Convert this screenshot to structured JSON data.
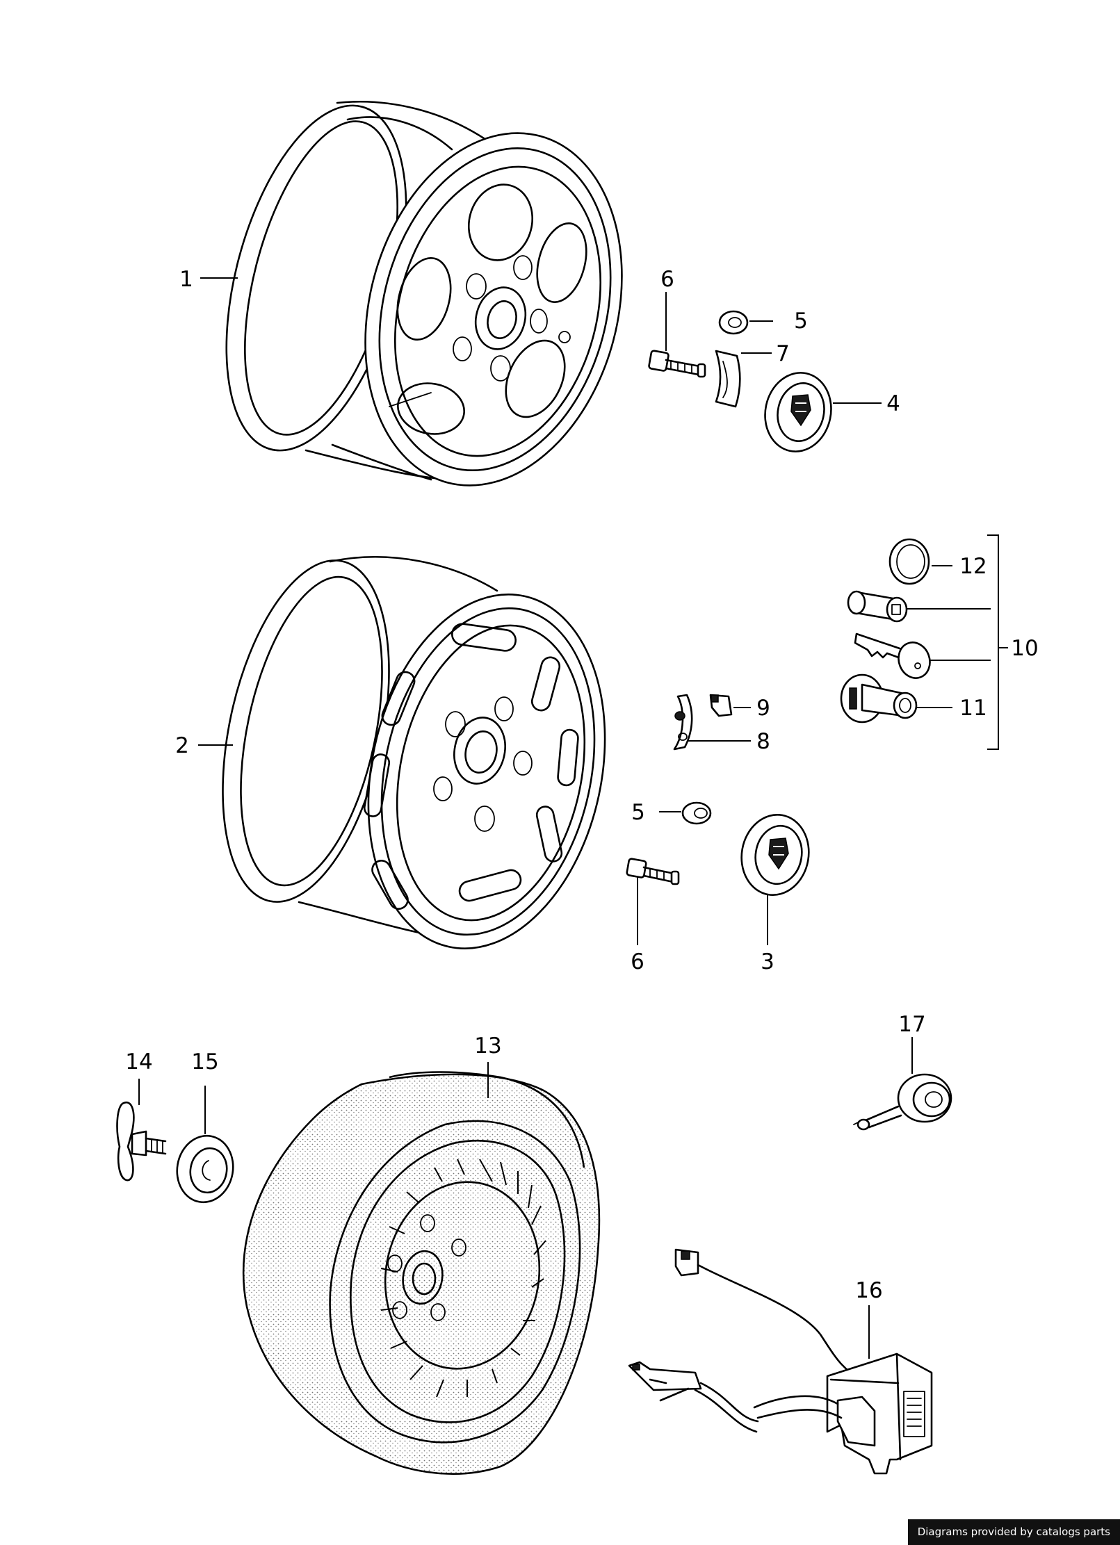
{
  "diagram": {
    "callouts": {
      "c1": "1",
      "c2": "2",
      "c3": "3",
      "c4": "4",
      "c5a": "5",
      "c5b": "5",
      "c6a": "6",
      "c6b": "6",
      "c7": "7",
      "c8": "8",
      "c9": "9",
      "c10": "10",
      "c11": "11",
      "c12": "12",
      "c13": "13",
      "c14": "14",
      "c15": "15",
      "c16": "16",
      "c17": "17"
    }
  },
  "footer": {
    "credit": "Diagrams provided by catalogs parts"
  },
  "colors": {
    "line": "#000000",
    "background": "#ffffff",
    "footer_bg": "#111111",
    "tire_texture": "#888888"
  }
}
